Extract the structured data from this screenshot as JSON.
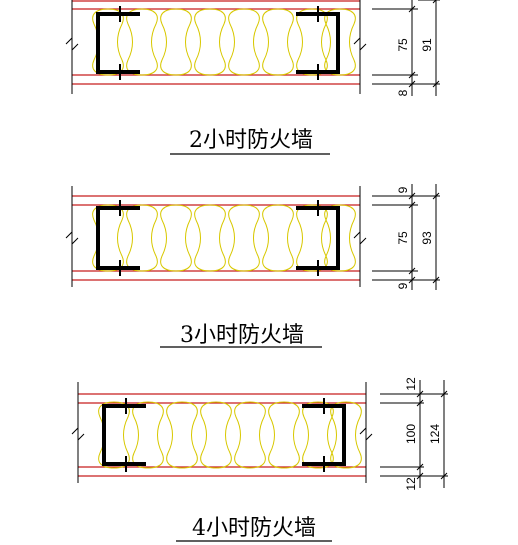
{
  "colors": {
    "board": "#c81e1e",
    "insulation": "#d8c800",
    "stud": "#000000",
    "dimension": "#000000"
  },
  "sections": [
    {
      "caption": "2小时防火墙",
      "dims_inner": [
        "75",
        "8"
      ],
      "dim_total": "91",
      "stud_depth_label": "75"
    },
    {
      "caption": "3小时防火墙",
      "dims_inner": [
        "9",
        "75",
        "9"
      ],
      "dim_total": "93"
    },
    {
      "caption": "4小时防火墙",
      "dims_inner": [
        "12",
        "100",
        "12"
      ],
      "dim_total": "124"
    }
  ]
}
